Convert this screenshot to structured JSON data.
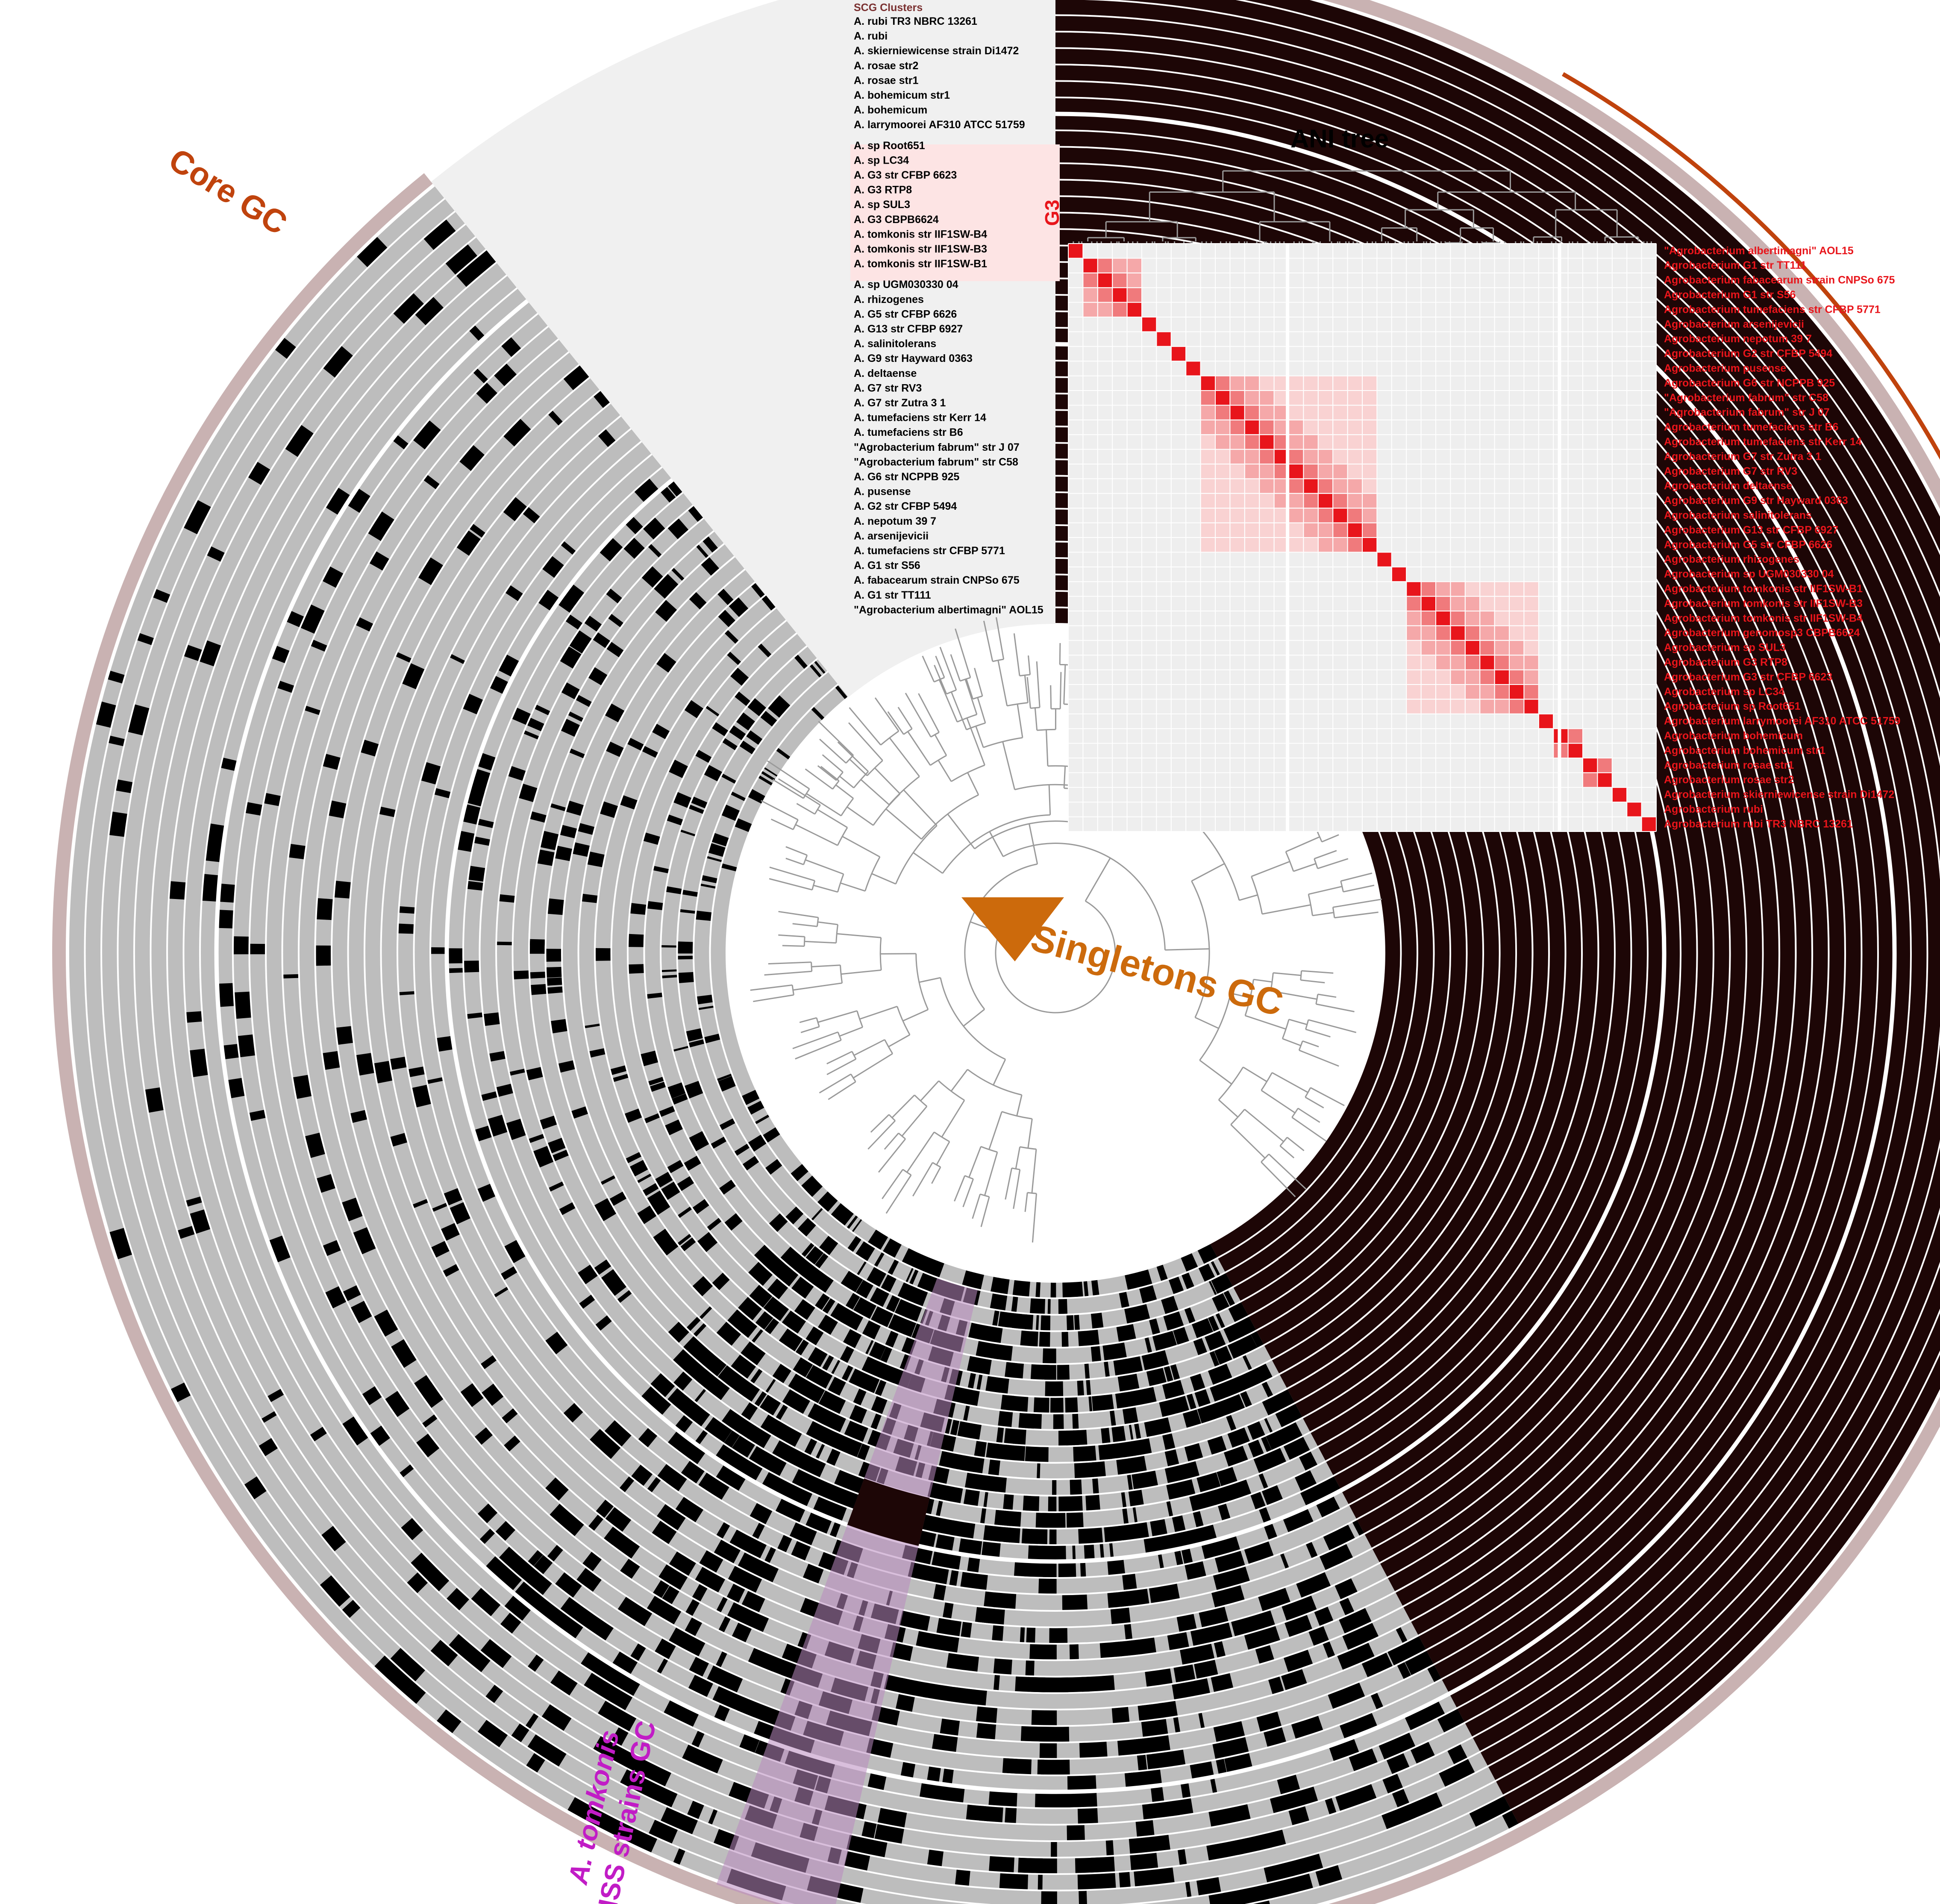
{
  "header": {
    "scg_clusters_label": "SCG Clusters",
    "ani_tree_title": "ANI tree"
  },
  "annotations": {
    "core_gc": "Core GC",
    "singletons_gc": "Singletons GC",
    "g3": "G3",
    "tomkonis_line1": "A. tomkonis",
    "tomkonis_line2": "ISS strains GC"
  },
  "colors": {
    "ring_gray": "#bdbdbd",
    "presence_black": "#000000",
    "core_dark": "#1d0606",
    "outer_band": "#c9b2b2",
    "core_gc_accent": "#c0430d",
    "singletons_accent": "#cc6a0c",
    "tomkonis_accent": "#c11cc6",
    "tomkonis_overlay": "#b98bc0",
    "g3_highlight": "#fde4e4",
    "ani_red": "#e8151b",
    "ani_background": "#eeeeee",
    "singleton_background": "#f0f0f0"
  },
  "genomes": [
    "A. rubi TR3 NBRC 13261",
    "A. rubi",
    "A. skierniewicense strain Di1472",
    "A. rosae str2",
    "A. rosae str1",
    "A. bohemicum str1",
    "A. bohemicum",
    "A. larrymoorei AF310 ATCC 51759",
    "A. sp Root651",
    "A. sp LC34",
    "A. G3 str CFBP 6623",
    "A. G3 RTP8",
    "A. sp SUL3",
    "A. G3 CBPB6624",
    "A. tomkonis str IIF1SW-B4",
    "A. tomkonis str IIF1SW-B3",
    "A. tomkonis str IIF1SW-B1",
    "A. sp UGM030330 04",
    "A. rhizogenes",
    "A. G5 str CFBP 6626",
    "A. G13 str CFBP 6927",
    "A. salinitolerans",
    "A. G9 str Hayward 0363",
    "A. deltaense",
    "A. G7 str RV3",
    "A. G7 str Zutra 3 1",
    "A. tumefaciens str Kerr 14",
    "A. tumefaciens str B6",
    "\"Agrobacterium fabrum\" str J 07",
    "\"Agrobacterium fabrum\" str C58",
    "A. G6 str NCPPB 925",
    "A. pusense",
    "A. G2 str CFBP 5494",
    "A. nepotum 39 7",
    "A. arsenijevicii",
    "A. tumefaciens str CFBP 5771",
    "A. G1 str S56",
    "A. fabacearum strain CNPSo 675",
    "A. G1 str TT111",
    "\"Agrobacterium albertimagni\" AOL15"
  ],
  "ani_labels": [
    "\"Agrobacterium albertimagni\" AOL15",
    "Agrobacterium G1 str TT111",
    "Agrobacterium fabacearum strain CNPSo 675",
    "Agrobacterium G1 str S56",
    "Agrobacterium tumefaciens str CFBP 5771",
    "Agrobacterium arsenijevicii",
    "Agrobacterium nepotum 39 7",
    "Agrobacterium G2 str CFBP 5494",
    "Agrobacterium pusense",
    "Agrobacterium G6 str NCPPB 925",
    "\"Agrobacterium fabrum\" str C58",
    "\"Agrobacterium fabrum\" str J 07",
    "Agrobacterium tumefaciens str B6",
    "Agrobacterium tumefaciens str Kerr 14",
    "Agrobacterium G7 str Zutra 3 1",
    "Agrobacterium G7 str RV3",
    "Agrobacterium deltaense",
    "Agrobacterium G9 str Hayward 0363",
    "Agrobacterium salinitolerans",
    "Agrobacterium G13 str CFBP 6927",
    "Agrobacterium G5 str CFBP 6626",
    "Agrobacterium rhizogenes",
    "Agrobacterium sp UGM030330 04",
    "Agrobacterium tomkonis str IIF1SW-B1",
    "Agrobacterium tomkonis str IIF1SW-B3",
    "Agrobacterium tomkonis str IIF1SW-B4",
    "Agrobacterium genomosp3 CBPB6624",
    "Agrobacterium sp SUL3",
    "Agrobacterium G3 RTP8",
    "Agrobacterium G3 str CFBP 6623",
    "Agrobacterium sp LC34",
    "Agrobacterium sp Root651",
    "Agrobacterium larrymoorei AF310 ATCC 51759",
    "Agrobacterium bohemicum",
    "Agrobacterium bohemicum str1",
    "Agrobacterium rosae str1",
    "Agrobacterium rosae str2",
    "Agrobacterium skierniewicense strain Di1472",
    "Agrobacterium rubi",
    "Agrobacterium rubi TR3 NBRC 13261"
  ]
}
